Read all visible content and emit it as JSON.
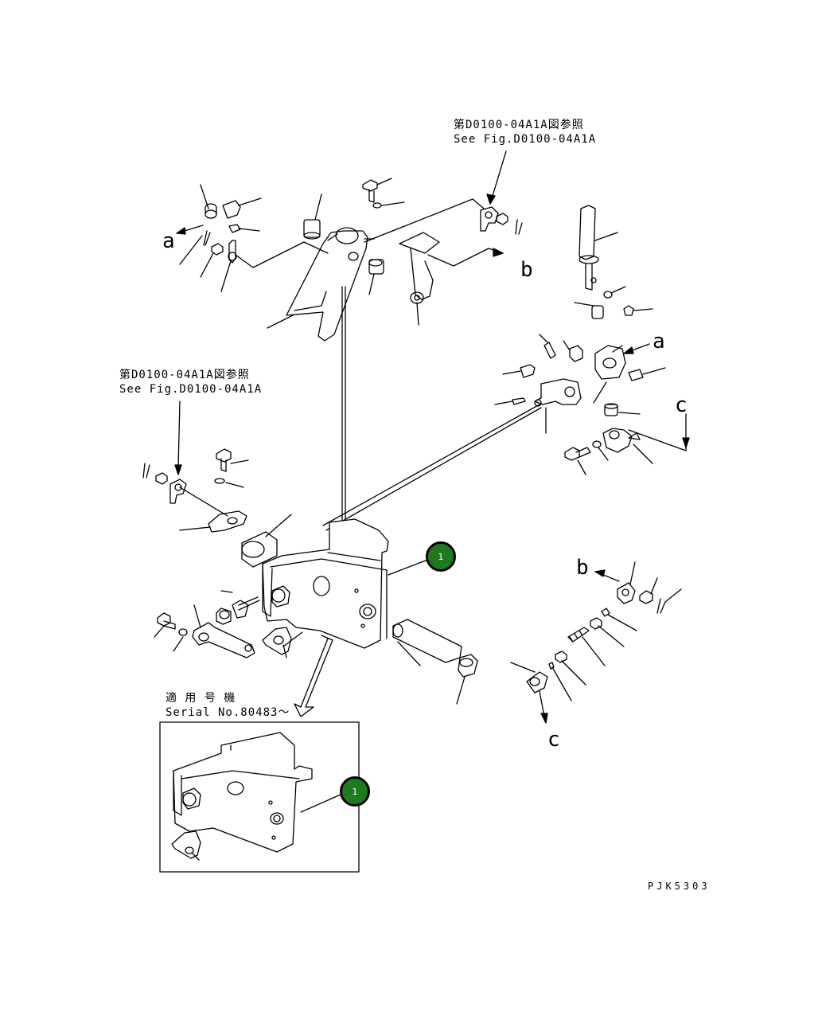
{
  "references": {
    "top_right": {
      "jp": "第D0100-04A1A図参照",
      "en": "See Fig.D0100-04A1A"
    },
    "left": {
      "jp": "第D0100-04A1A図参照",
      "en": "See Fig.D0100-04A1A"
    }
  },
  "serial_note": {
    "jp": "適 用 号 機",
    "en": "Serial No.80483～"
  },
  "letters": {
    "a1": "a",
    "a2": "a",
    "b1": "b",
    "b2": "b",
    "c1": "c",
    "c2": "c"
  },
  "callouts": {
    "main": "1",
    "inset": "1"
  },
  "drawing_code": "PJK5303",
  "colors": {
    "callout_fill": "#1f7a1f",
    "line": "#000000",
    "background": "#ffffff"
  }
}
